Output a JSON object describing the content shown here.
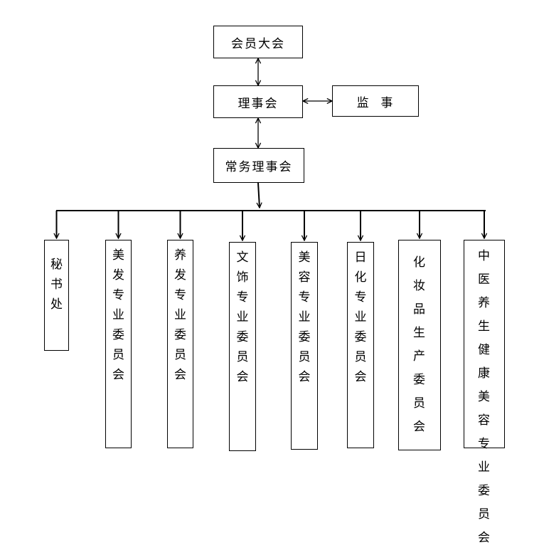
{
  "top": {
    "assembly": "会员大会",
    "council": "理事会",
    "supervisor": "监  事",
    "standing": "常务理事会"
  },
  "committees": [
    "秘书处",
    "美发专业委员会",
    "养发专业委员会",
    "文饰专业委员会",
    "美容专业委员会",
    "日化专业委员会",
    "化妆品生产委员会",
    "中医养生健康美容专业委员会"
  ]
}
